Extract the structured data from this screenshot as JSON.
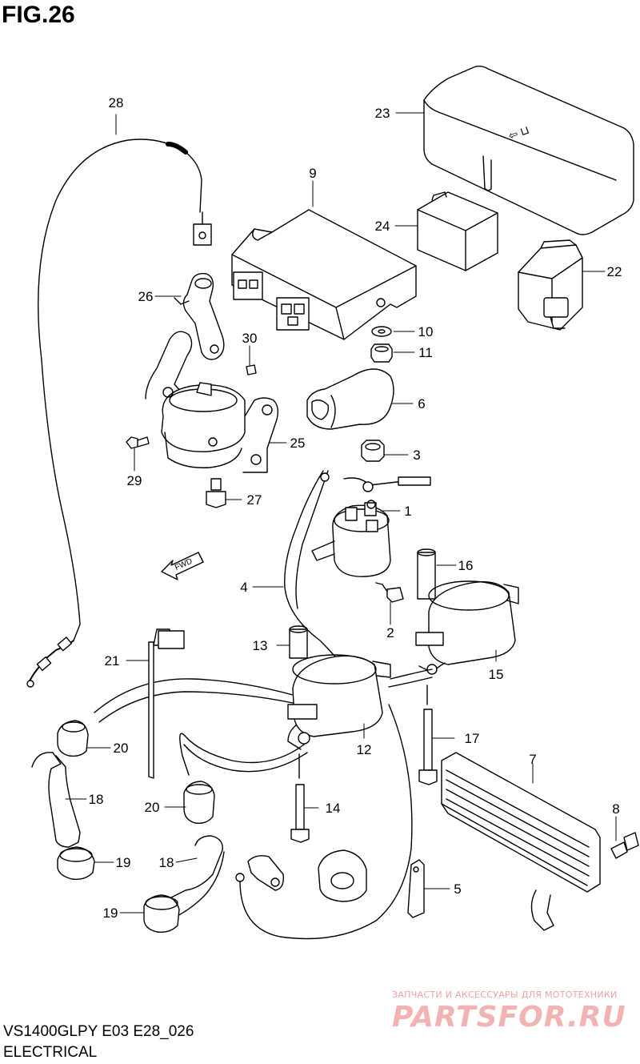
{
  "figure": {
    "title": "FIG.26",
    "model_code": "VS1400GLPY E03 E28_026",
    "section": "ELECTRICAL",
    "fwd_label": "FWD"
  },
  "watermark": {
    "line1": "ЗАПЧАСТИ И АКСЕССУАРЫ ДЛЯ МОТОТЕХНИКИ",
    "line2": "PARTSFOR.RU"
  },
  "callouts": [
    {
      "id": "p1",
      "label": "1"
    },
    {
      "id": "p2",
      "label": "2"
    },
    {
      "id": "p3",
      "label": "3"
    },
    {
      "id": "p4",
      "label": "4"
    },
    {
      "id": "p5",
      "label": "5"
    },
    {
      "id": "p6",
      "label": "6"
    },
    {
      "id": "p7",
      "label": "7"
    },
    {
      "id": "p8",
      "label": "8"
    },
    {
      "id": "p9",
      "label": "9"
    },
    {
      "id": "p10",
      "label": "10"
    },
    {
      "id": "p11",
      "label": "11"
    },
    {
      "id": "p12",
      "label": "12"
    },
    {
      "id": "p13",
      "label": "13"
    },
    {
      "id": "p14",
      "label": "14"
    },
    {
      "id": "p15",
      "label": "15"
    },
    {
      "id": "p16",
      "label": "16"
    },
    {
      "id": "p17",
      "label": "17"
    },
    {
      "id": "p18a",
      "label": "18"
    },
    {
      "id": "p18b",
      "label": "18"
    },
    {
      "id": "p19a",
      "label": "19"
    },
    {
      "id": "p19b",
      "label": "19"
    },
    {
      "id": "p20a",
      "label": "20"
    },
    {
      "id": "p20b",
      "label": "20"
    },
    {
      "id": "p21",
      "label": "21"
    },
    {
      "id": "p22",
      "label": "22"
    },
    {
      "id": "p23",
      "label": "23"
    },
    {
      "id": "p24",
      "label": "24"
    },
    {
      "id": "p25",
      "label": "25"
    },
    {
      "id": "p26",
      "label": "26"
    },
    {
      "id": "p27",
      "label": "27"
    },
    {
      "id": "p28",
      "label": "28"
    },
    {
      "id": "p29",
      "label": "29"
    },
    {
      "id": "p30",
      "label": "30"
    }
  ]
}
